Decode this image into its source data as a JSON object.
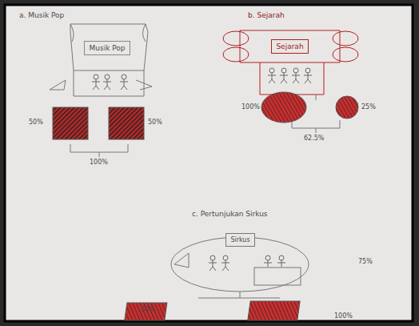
{
  "diagram": {
    "nodes": [
      {
        "text": [
          "Musik Pop"
        ]
      },
      {
        "text": [
          "Sejarah"
        ]
      },
      {
        "text": [
          "Sirkus"
        ]
      }
    ],
    "labels": [
      "a. Musik Pop",
      "50%",
      "50%",
      "100%",
      "b. Sejarah",
      "100%",
      "25%",
      "62.5%",
      "c. Pertunjukan Sirkus",
      "50%",
      "100%",
      "75%"
    ]
  }
}
